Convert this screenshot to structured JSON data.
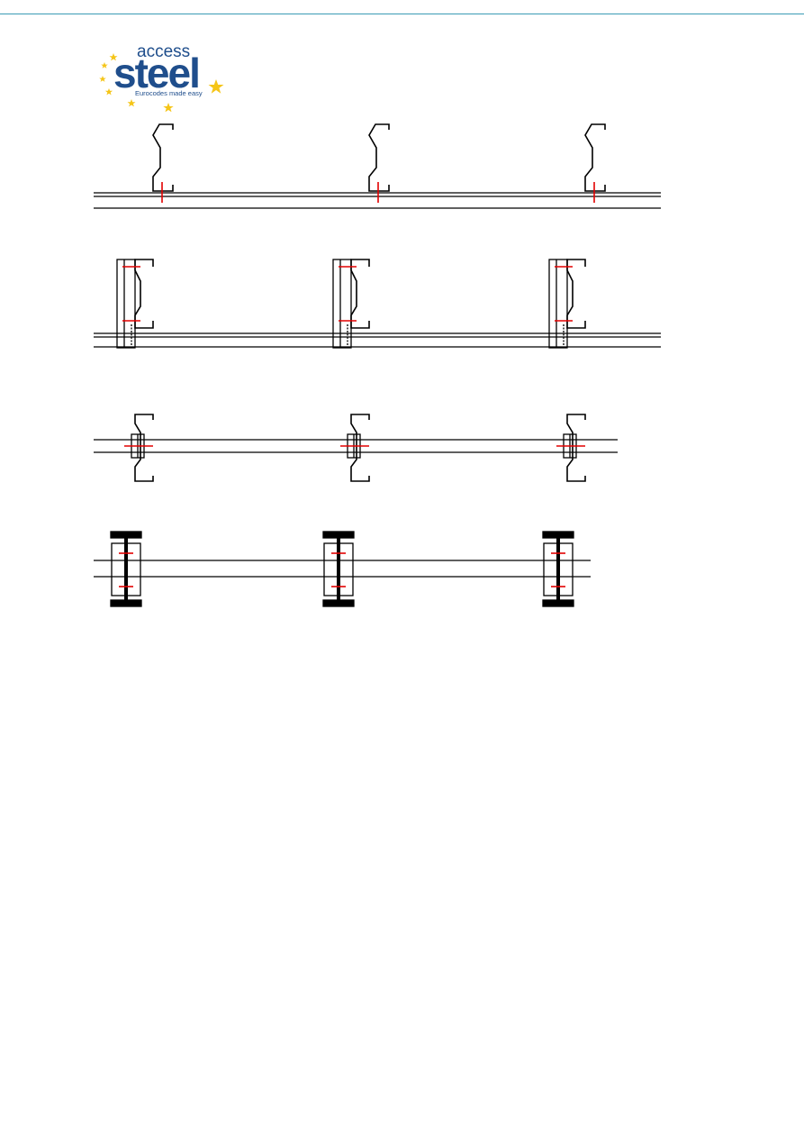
{
  "header": {
    "rule_color": "#3a9bb5"
  },
  "logo": {
    "word_top": "access",
    "word_main": "steel",
    "tagline": "Eurocodes made easy",
    "text_color": "#1f4e8c",
    "star_color": "#f5c518",
    "star_icon": "star-icon"
  },
  "figure": {
    "line_color": "#000000",
    "fastener_color": "#e30000",
    "rows": [
      {
        "name": "cold-formed-z-purlins-on-rail",
        "count": 3
      },
      {
        "name": "purlins-with-stiffener-plates",
        "count": 3
      },
      {
        "name": "purlins-with-cleat-connection",
        "count": 3
      },
      {
        "name": "i-section-with-bolted-sleeve",
        "count": 3
      }
    ]
  }
}
